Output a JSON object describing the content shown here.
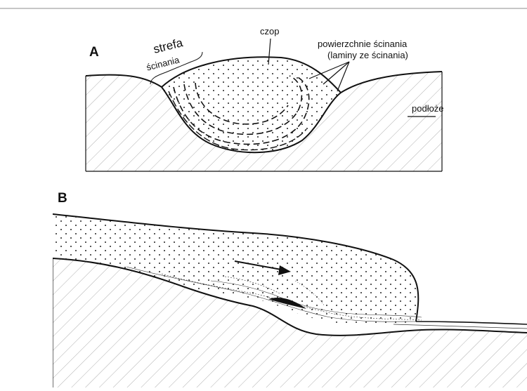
{
  "panel_a": {
    "letter": "A",
    "labels": {
      "strefa": "strefa",
      "scinania": "ścinania",
      "czop": "czop",
      "powierzchnie_line1": "powierzchnie ścinania",
      "powierzchnie_line2": "(laminy ze ścinania)",
      "podloze": "podłoże"
    }
  },
  "panel_b": {
    "letter": "B"
  },
  "colors": {
    "ink": "#111111",
    "hatch": "#9a9a9a",
    "rule": "#8c8c8c"
  }
}
